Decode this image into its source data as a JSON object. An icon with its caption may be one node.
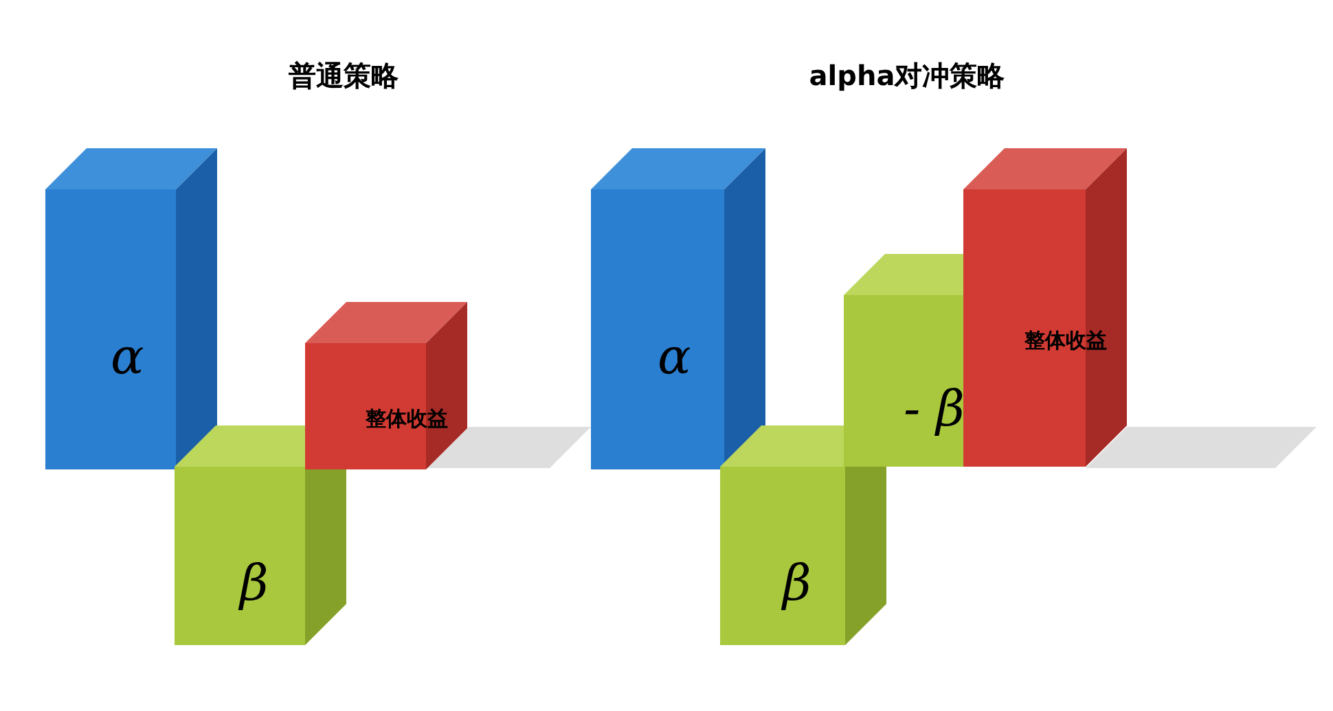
{
  "diagram": {
    "nodes": [
      {
        "text": [
          "α"
        ]
      },
      {
        "text": [
          "β"
        ]
      },
      {
        "text": [
          "整体收益"
        ]
      },
      {
        "text": [],
        "shape": "band"
      },
      {
        "text": [
          "α"
        ]
      },
      {
        "text": [
          "β"
        ]
      },
      {
        "text": [
          "- β"
        ]
      },
      {
        "text": [
          "整体收益"
        ]
      },
      {
        "text": [],
        "shape": "band"
      }
    ],
    "labels": [
      "普通策略",
      "alpha对冲策略"
    ]
  }
}
